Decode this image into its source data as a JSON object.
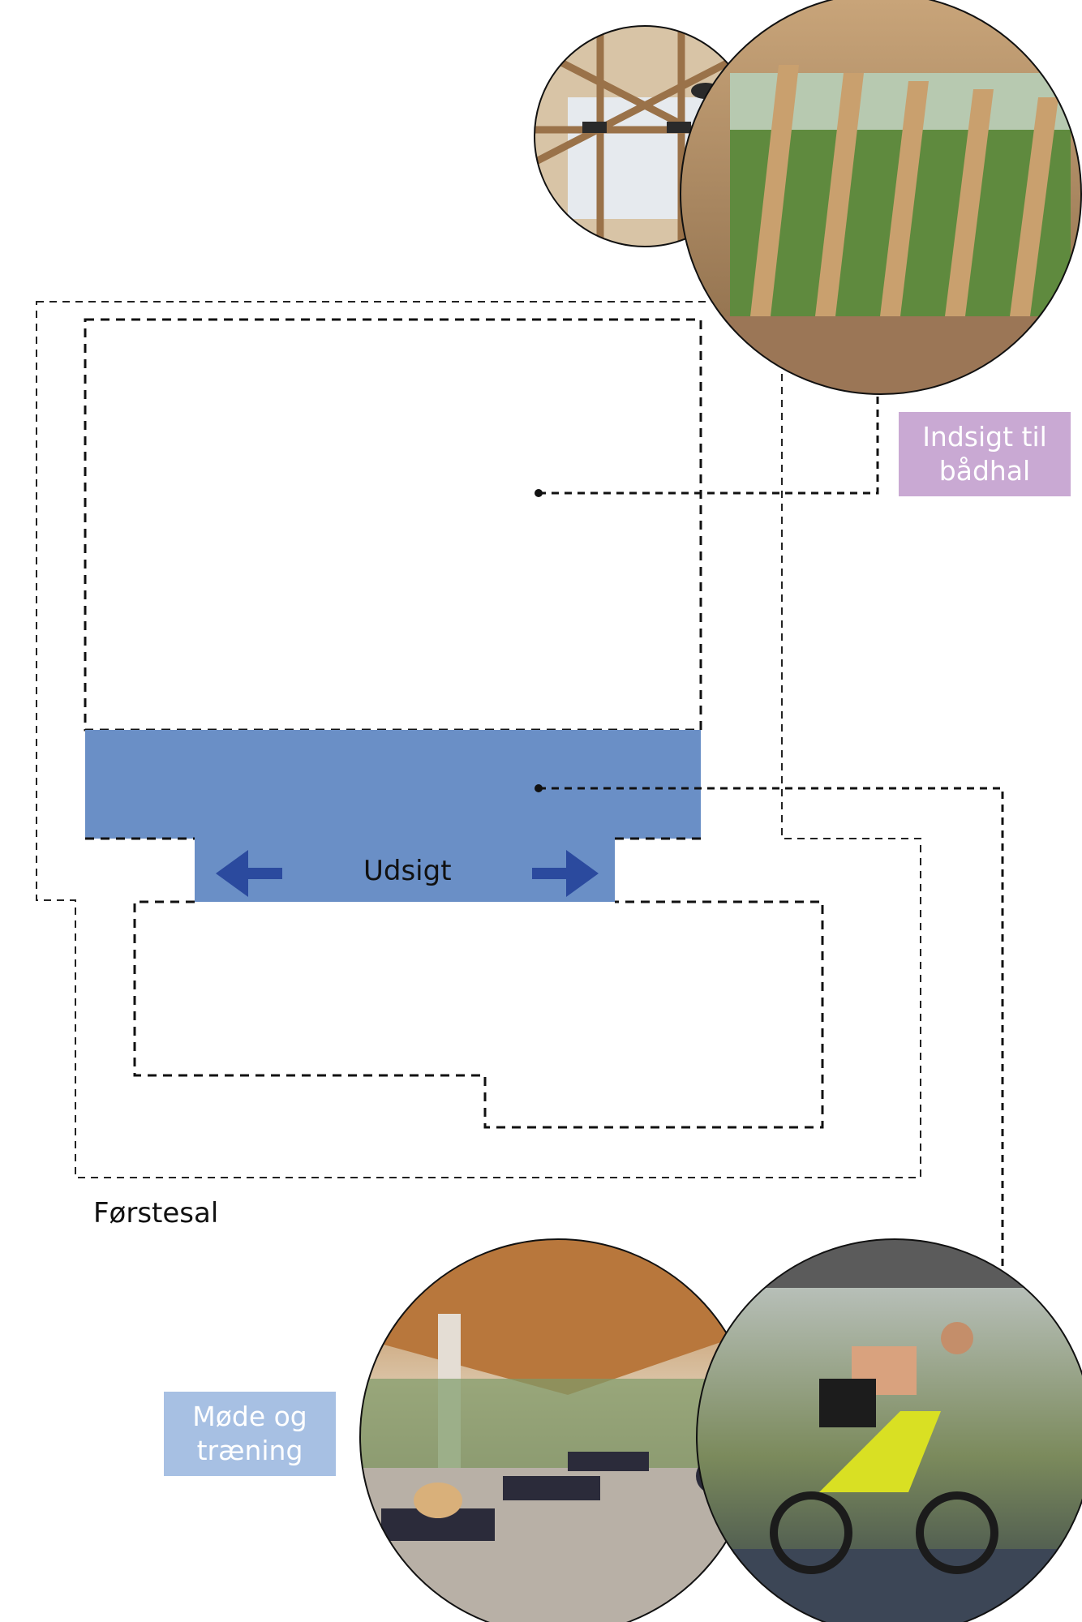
{
  "colors": {
    "accent_blue": "#6a8fc6",
    "arrow_blue": "#2b4a9e",
    "tag_purple": "#c9a9d3",
    "tag_blue": "#a7c0e3",
    "line": "#111111"
  },
  "labels": {
    "view": "Udsigt",
    "floor_title": "Førstesal",
    "tag_boathall_line1": "Indsigt til",
    "tag_boathall_line2": "bådhal",
    "tag_meeting_line1": "Møde og",
    "tag_meeting_line2": "træning"
  },
  "photos": [
    {
      "subject": "wooden roof trusses with pendant lamps",
      "icon": "photo-icon"
    },
    {
      "subject": "timber clerestory windows with trees outside",
      "icon": "photo-icon"
    },
    {
      "subject": "rowers training on rowing machines in hall",
      "icon": "photo-icon"
    },
    {
      "subject": "cyclist training on indoor trainer",
      "icon": "photo-icon"
    }
  ]
}
